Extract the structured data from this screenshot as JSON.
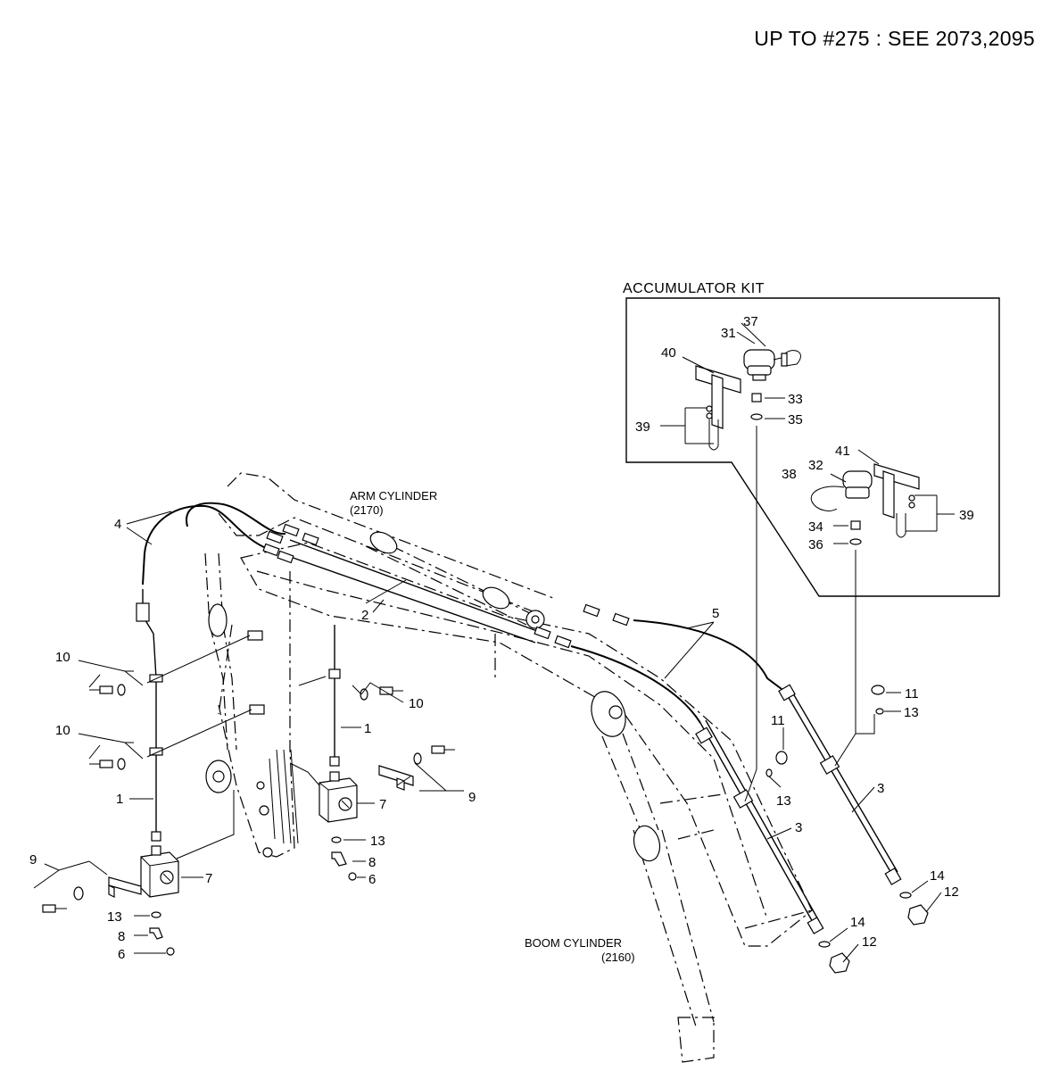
{
  "header": {
    "note": "UP TO #275 : SEE 2073,2095"
  },
  "accumulator_kit": {
    "title": "ACCUMULATOR KIT"
  },
  "captions": {
    "arm_cylinder": "ARM CYLINDER",
    "arm_cylinder_ref": "(2170)",
    "boom_cylinder": "BOOM CYLINDER",
    "boom_cylinder_ref": "(2160)"
  },
  "callouts": [
    {
      "id": "c4",
      "text": "4"
    },
    {
      "id": "c2",
      "text": "2"
    },
    {
      "id": "c5",
      "text": "5"
    },
    {
      "id": "c10a",
      "text": "10"
    },
    {
      "id": "c10b",
      "text": "10"
    },
    {
      "id": "c10c",
      "text": "10"
    },
    {
      "id": "c1a",
      "text": "1"
    },
    {
      "id": "c1b",
      "text": "1"
    },
    {
      "id": "c9a",
      "text": "9"
    },
    {
      "id": "c9b",
      "text": "9"
    },
    {
      "id": "c7a",
      "text": "7"
    },
    {
      "id": "c7b",
      "text": "7"
    },
    {
      "id": "c13a",
      "text": "13"
    },
    {
      "id": "c13b",
      "text": "13"
    },
    {
      "id": "c13c",
      "text": "13"
    },
    {
      "id": "c13d",
      "text": "13"
    },
    {
      "id": "c8a",
      "text": "8"
    },
    {
      "id": "c8b",
      "text": "8"
    },
    {
      "id": "c6a",
      "text": "6"
    },
    {
      "id": "c6b",
      "text": "6"
    },
    {
      "id": "c11a",
      "text": "11"
    },
    {
      "id": "c11b",
      "text": "11"
    },
    {
      "id": "c3a",
      "text": "3"
    },
    {
      "id": "c3b",
      "text": "3"
    },
    {
      "id": "c14a",
      "text": "14"
    },
    {
      "id": "c14b",
      "text": "14"
    },
    {
      "id": "c12a",
      "text": "12"
    },
    {
      "id": "c12b",
      "text": "12"
    },
    {
      "id": "c37",
      "text": "37"
    },
    {
      "id": "c31",
      "text": "31"
    },
    {
      "id": "c40",
      "text": "40"
    },
    {
      "id": "c33",
      "text": "33"
    },
    {
      "id": "c35",
      "text": "35"
    },
    {
      "id": "c39a",
      "text": "39"
    },
    {
      "id": "c39b",
      "text": "39"
    },
    {
      "id": "c41",
      "text": "41"
    },
    {
      "id": "c32",
      "text": "32"
    },
    {
      "id": "c38",
      "text": "38"
    },
    {
      "id": "c34",
      "text": "34"
    },
    {
      "id": "c36",
      "text": "36"
    }
  ]
}
